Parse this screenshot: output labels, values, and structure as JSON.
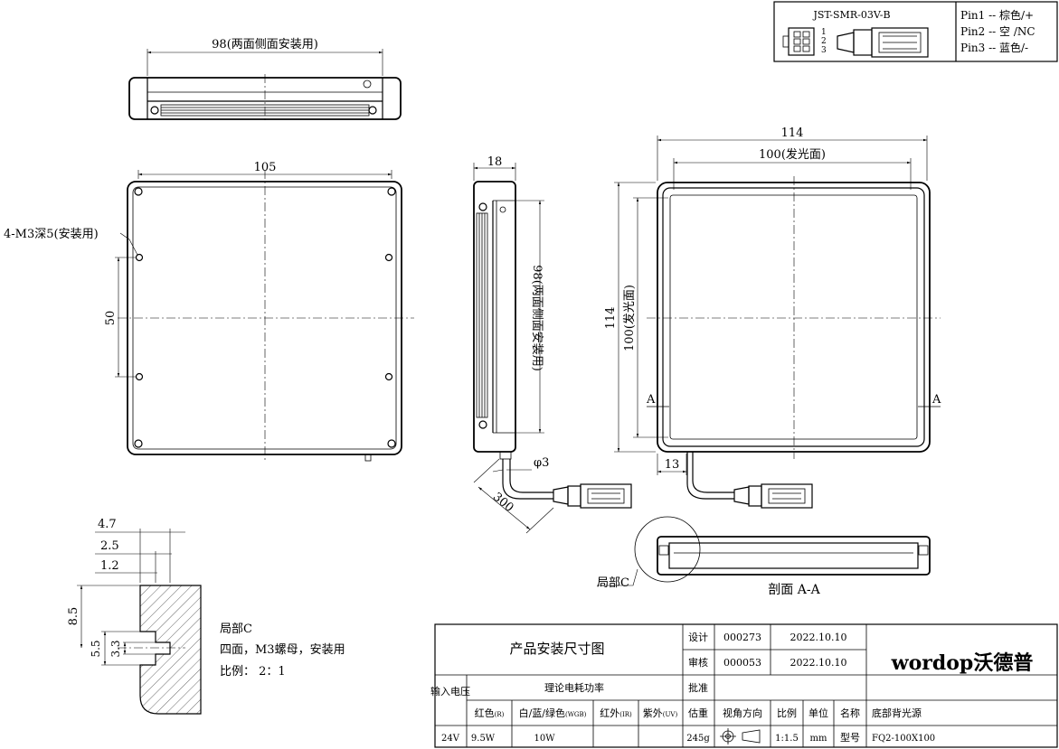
{
  "connector": {
    "model": "JST-SMR-03V-B",
    "pin_numbers": [
      "1",
      "2",
      "3"
    ],
    "pins": [
      "Pin1 -- 棕色/+",
      "Pin2 -- 空 /NC",
      "Pin3 -- 蓝色/-"
    ]
  },
  "top_view": {
    "dim_width": "98(两面侧面安装用)"
  },
  "front_view": {
    "dim_width": "105",
    "dim_hole_spacing": "50",
    "hole_note": "4-M3深5(安装用)"
  },
  "side_view": {
    "dim_thickness": "18",
    "dim_length": "98(两面侧面安装用)",
    "dim_cable_dia": "φ3",
    "dim_cable_length": "300"
  },
  "right_view": {
    "dim_outer_w": "114",
    "dim_emit_w": "100(发光面)",
    "dim_outer_h": "114",
    "dim_emit_h": "100(发光面)",
    "dim_offset": "13",
    "section_mark": "A"
  },
  "section": {
    "label": "剖面 A-A",
    "detail_ref": "局部C"
  },
  "detail": {
    "dims": [
      "4.7",
      "2.5",
      "1.2",
      "8.5",
      "5.5",
      "3.3"
    ],
    "notes": [
      "局部C",
      "四面，M3螺母，安装用",
      "比例： 2：1"
    ]
  },
  "title_block": {
    "title": "产品安装尺寸图",
    "design_label": "设计",
    "design_no": "000273",
    "design_date": "2022.10.10",
    "review_label": "审核",
    "review_no": "000053",
    "review_date": "2022.10.10",
    "approve_label": "批准",
    "logo": "wordop沃德普",
    "input_label": "输入电压",
    "power_title": "理论电耗功率",
    "col_red": "红色",
    "col_red_sub": "(R)",
    "col_wrgb": "白/蓝/绿色",
    "col_wrgb_sub": "(WGB)",
    "col_ir": "红外",
    "col_ir_sub": "(IR)",
    "col_uv": "紫外",
    "col_uv_sub": "(UV)",
    "col_weight": "估重",
    "col_view": "视角方向",
    "col_scale": "比例",
    "col_unit": "单位",
    "col_name": "名称",
    "name_value": "底部背光源",
    "voltage": "24V",
    "red_power": "9.5W",
    "wrgb_power": "10W",
    "weight": "245g",
    "scale": "1:1.5",
    "unit": "mm",
    "model_label": "型号",
    "model_value": "FQ2-100X100"
  }
}
